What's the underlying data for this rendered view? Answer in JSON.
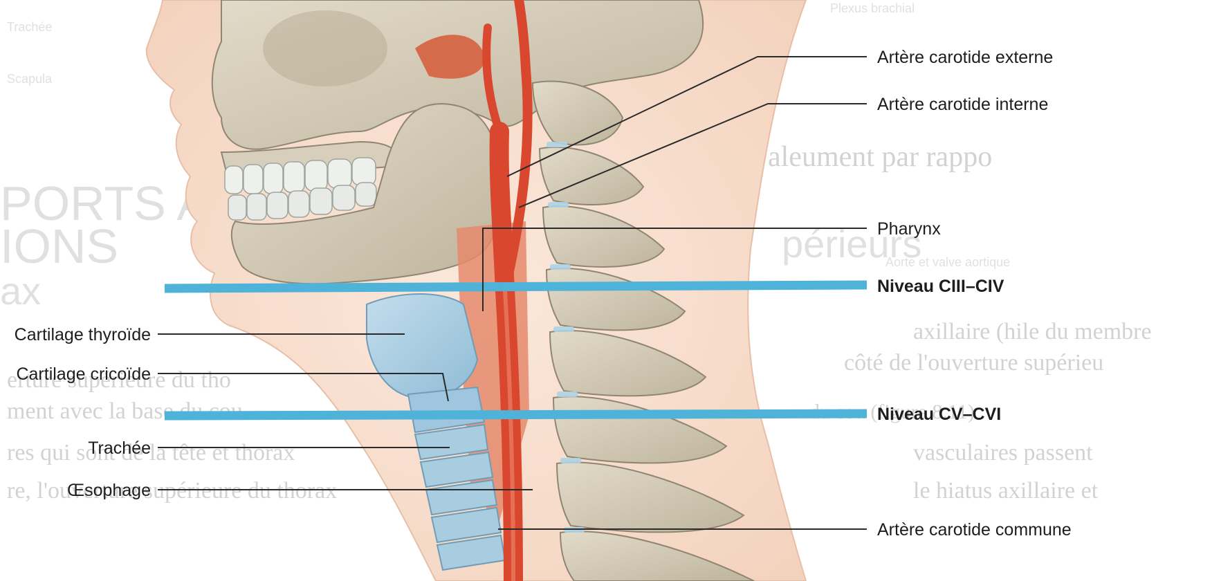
{
  "labels_right": {
    "carotide_externe": "Artère carotide externe",
    "carotide_interne": "Artère carotide interne",
    "pharynx": "Pharynx",
    "niveau_c3_c4": "Niveau CIII–CIV",
    "niveau_c5_c6": "Niveau CV–CVI",
    "carotide_commune": "Artère carotide commune"
  },
  "labels_left": {
    "cartilage_thyroide": "Cartilage thyroïde",
    "cartilage_cricoide": "Cartilage cricoïde",
    "trachee": "Trachée",
    "oesophage": "Œsophage"
  },
  "colors": {
    "level_line": "#4fb3d9",
    "bone": "#d8d0bd",
    "artery": "#d9472f",
    "muscle": "#e58a6c",
    "cartilage": "#a9cde0",
    "skin": "#f6dccb"
  }
}
